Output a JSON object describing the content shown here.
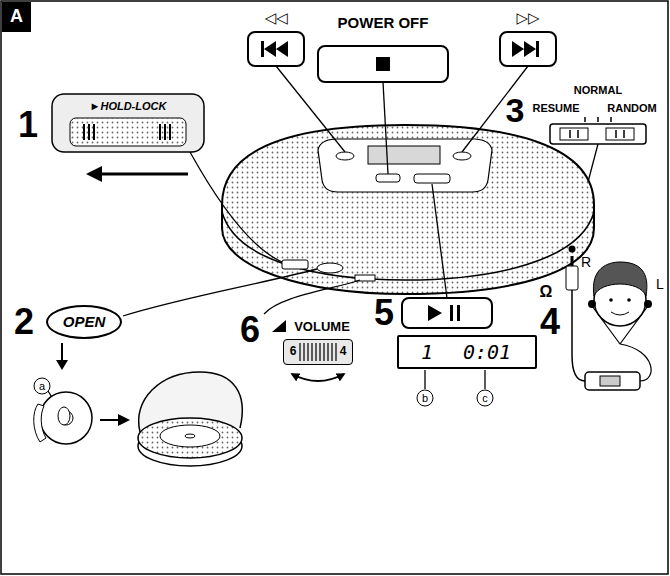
{
  "diagram": {
    "nodes": [
      {
        "text": [
          "A"
        ]
      },
      {
        "text": [
          "OPEN"
        ]
      },
      {
        "text": [
          "6",
          "4"
        ]
      },
      {
        "text": [
          "1",
          "0:01"
        ]
      }
    ],
    "labels": [
      "◁◁",
      "POWER OFF",
      "▷▷",
      "1",
      "►HOLD-LOCK",
      "3",
      "NORMAL",
      "RESUME",
      "RANDOM",
      "2",
      "a",
      "Ω",
      "4",
      "R",
      "L",
      "6",
      "VOLUME",
      "5",
      "b",
      "c"
    ]
  }
}
